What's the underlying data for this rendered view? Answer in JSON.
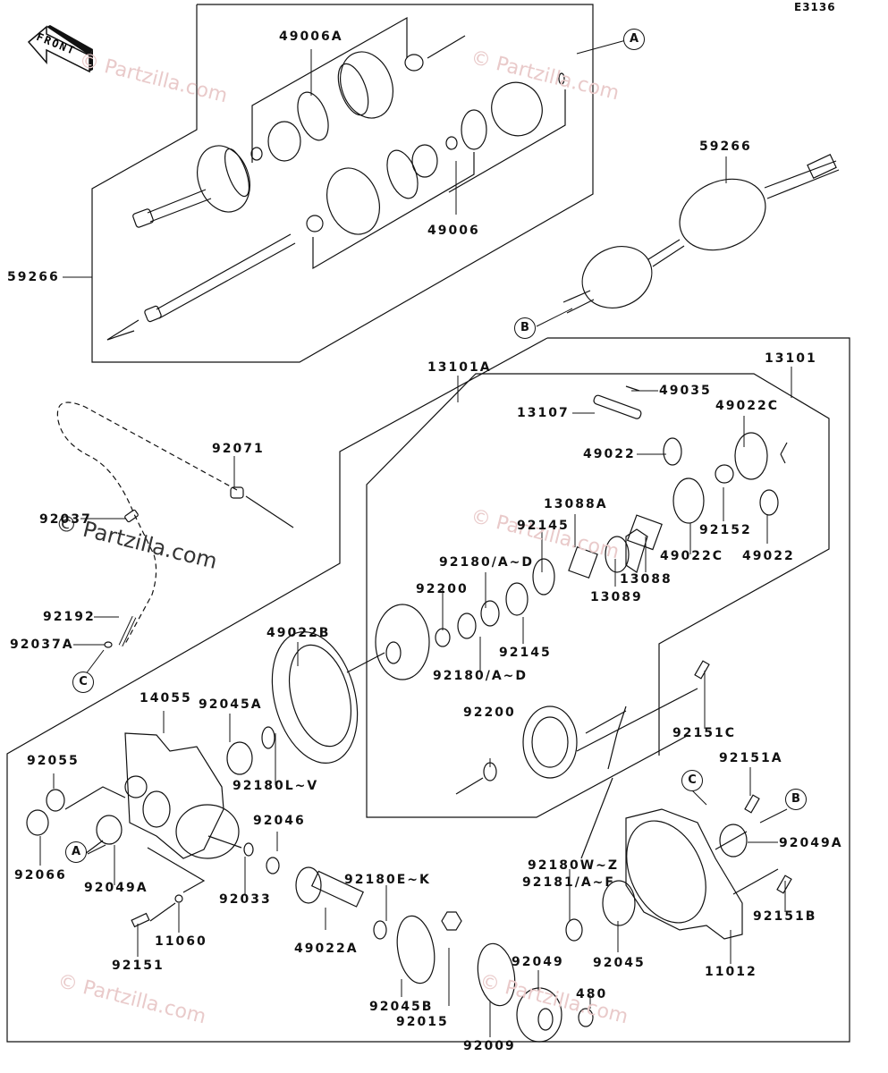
{
  "diagram": {
    "code": "E3136",
    "front_label": "FRONT",
    "watermark": "© Partzilla.com",
    "callouts": {
      "A": "A",
      "B": "B",
      "C": "C"
    },
    "labels": {
      "p49006A": "49006A",
      "p49006": "49006",
      "p59266_left": "59266",
      "p59266_right": "59266",
      "p13101A": "13101A",
      "p13101": "13101",
      "p49035": "49035",
      "p13107": "13107",
      "p49022C_top": "49022C",
      "p49022_top": "49022",
      "p92071": "92071",
      "p92037": "92037",
      "p13088A": "13088A",
      "p92145_top": "92145",
      "p92152": "92152",
      "p49022C_mid": "49022C",
      "p49022_right": "49022",
      "p13088": "13088",
      "p13089": "13089",
      "p92180AD_top": "92180/A~D",
      "p92200_top": "92200",
      "p92145_bottom": "92145",
      "p92180AD_bottom": "92180/A~D",
      "p92192": "92192",
      "p92037A": "92037A",
      "p49022B": "49022B",
      "p14055": "14055",
      "p92045A": "92045A",
      "p92200_mid": "92200",
      "p92151C": "92151C",
      "p92055": "92055",
      "p92180LV": "92180L~V",
      "p92151A": "92151A",
      "p92046": "92046",
      "p92049A_right": "92049A",
      "p92066": "92066",
      "p92049A_left": "92049A",
      "p92033": "92033",
      "p92180EK": "92180E~K",
      "p92180WZ": "92180W~Z",
      "p92181AF": "92181/A~F",
      "p92151B": "92151B",
      "p11060": "11060",
      "p92151": "92151",
      "p49022A": "49022A",
      "p92045": "92045",
      "p11012": "11012",
      "p92049": "92049",
      "p92045B": "92045B",
      "p92015": "92015",
      "p480": "480",
      "p92009": "92009"
    }
  }
}
